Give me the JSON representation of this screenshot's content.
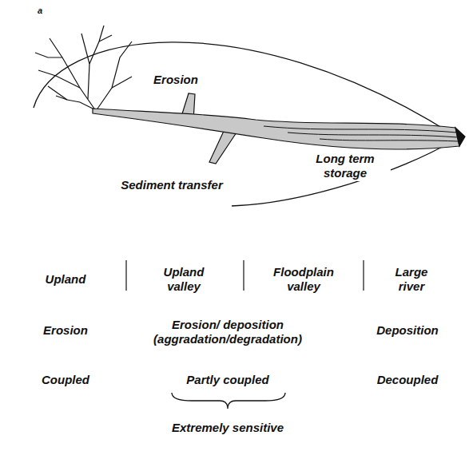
{
  "diagram": {
    "labels": [
      "a",
      "Erosion",
      "Sediment transfer",
      "Long term storage",
      "Upland",
      "Upland valley",
      "Floodplain valley",
      "Large river",
      "Erosion",
      "Erosion/ deposition (aggradation/degradation)",
      "Deposition",
      "Coupled",
      "Partly coupled",
      "Decoupled",
      "Extremely sensitive"
    ]
  }
}
